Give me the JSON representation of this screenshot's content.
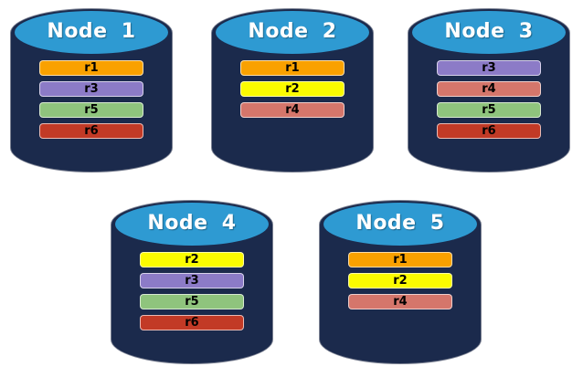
{
  "diagram": {
    "colors": {
      "cylinder_body": "#1B2A4C",
      "cylinder_top": "#2E9AD2",
      "title_text": "#FFFFFF",
      "bar_text": "#000000"
    },
    "resource_colors": {
      "r1": "#F9A100",
      "r2": "#FBFB00",
      "r3": "#8C7BC7",
      "r4": "#D5766B",
      "r5": "#8FC47D",
      "r6": "#C23A26"
    },
    "nodes": [
      {
        "label": "Node 1",
        "resources": [
          "r1",
          "r3",
          "r5",
          "r6"
        ]
      },
      {
        "label": "Node 2",
        "resources": [
          "r1",
          "r2",
          "r4"
        ]
      },
      {
        "label": "Node 3",
        "resources": [
          "r3",
          "r4",
          "r5",
          "r6"
        ]
      },
      {
        "label": "Node 4",
        "resources": [
          "r2",
          "r3",
          "r5",
          "r6"
        ]
      },
      {
        "label": "Node 5",
        "resources": [
          "r1",
          "r2",
          "r4"
        ]
      }
    ]
  }
}
